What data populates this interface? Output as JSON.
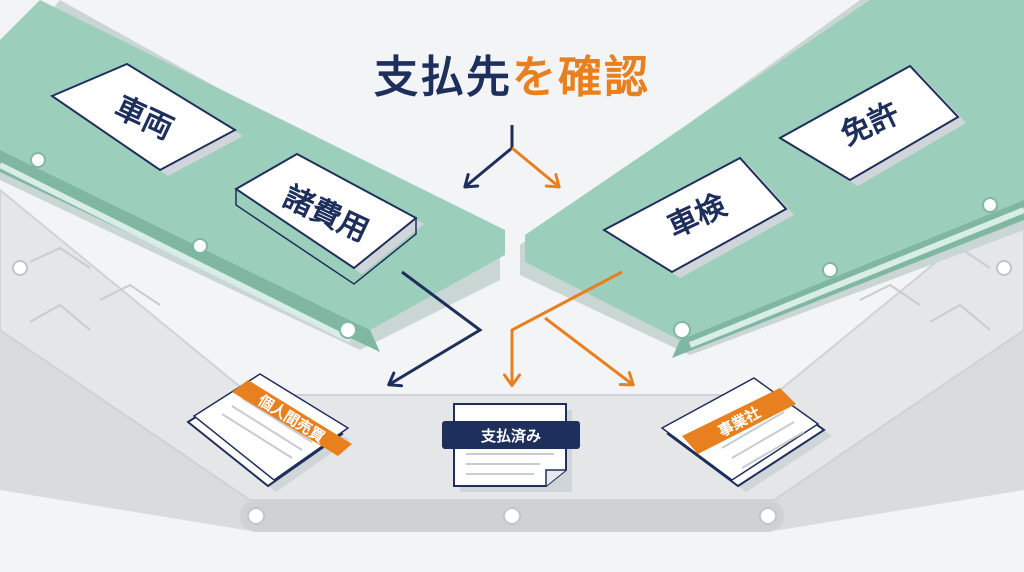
{
  "title": {
    "part_navy": "支払先",
    "part_orange": "を確認"
  },
  "cards": {
    "vehicle": "車両",
    "expenses": "諸費用",
    "inspection": "車検",
    "license": "免許"
  },
  "documents": {
    "private_sale": "個人間売買",
    "paid": "支払済み",
    "business": "事業社"
  },
  "colors": {
    "navy": "#1f2f5c",
    "orange": "#e8801f",
    "belt_green": "#9ccfbb",
    "belt_gray": "#e2e4e6"
  }
}
